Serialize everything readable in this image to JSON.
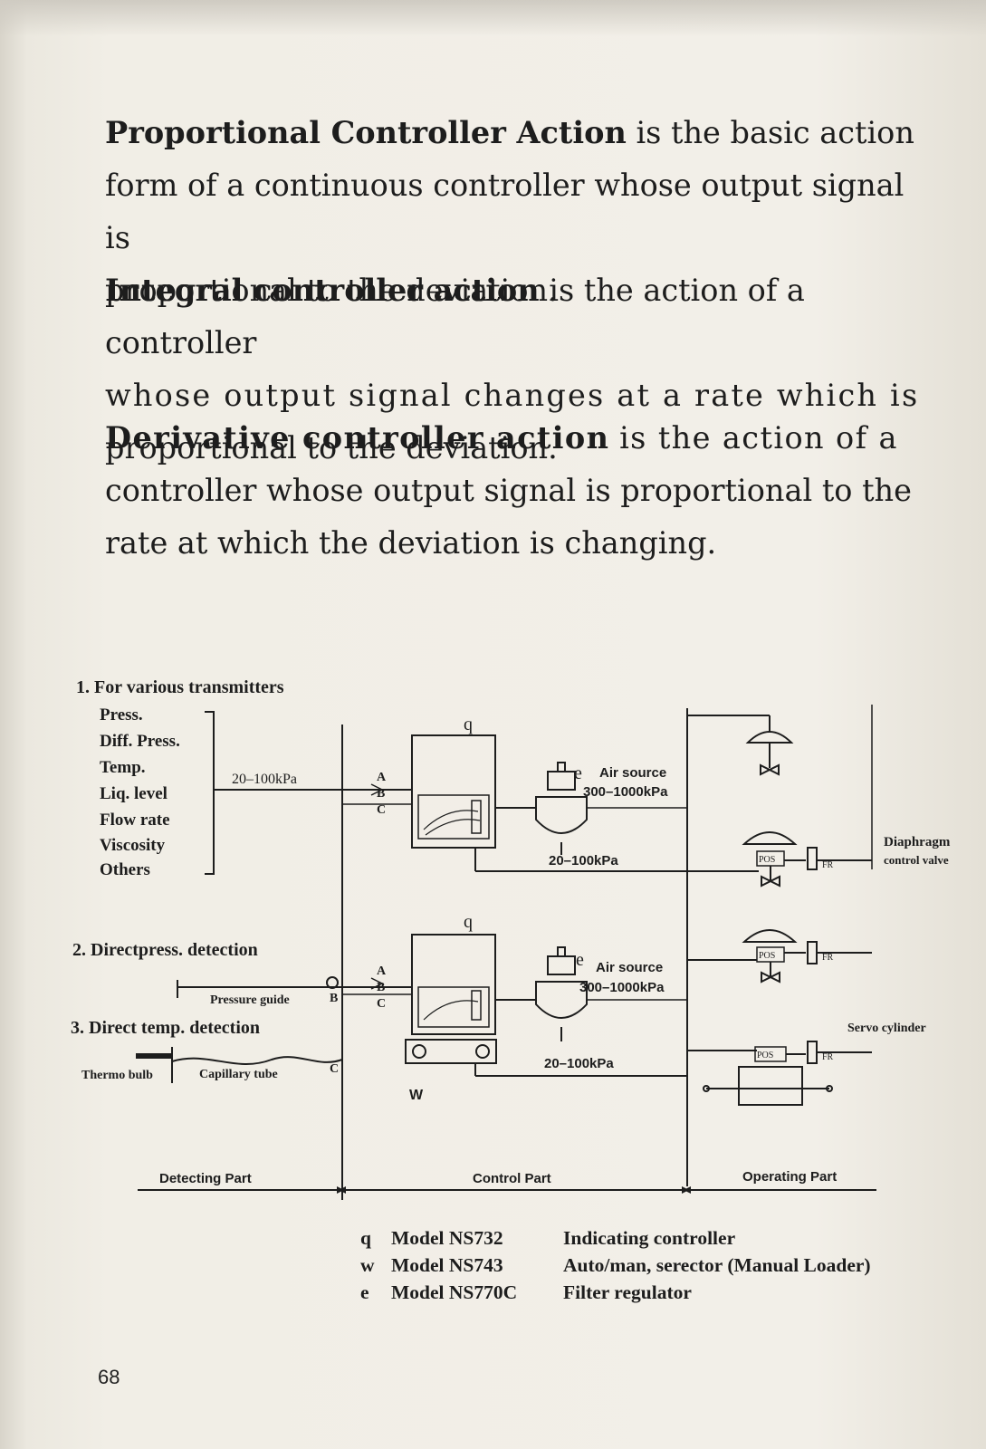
{
  "definitions": {
    "proportional": {
      "term": "Proportional Controller Action",
      "line1_rest": "is the basic action",
      "line2": "form of a continuous controller whose output signal is",
      "line3": "proportional to the deviation."
    },
    "integral": {
      "term": "Integral controller action",
      "line1_rest": "is the action of a controller",
      "line2": "whose output signal changes at a rate which is",
      "line3": "proportional to the deviation."
    },
    "derivative": {
      "term": "Derivative controller action",
      "line1_rest": "is the action of a",
      "line2": "controller whose output signal is proportional to the",
      "line3": "rate at which the deviation is changing."
    }
  },
  "diagram": {
    "section1": {
      "title": "1. For various transmitters",
      "items": [
        "Press.",
        "Diff. Press.",
        "Temp.",
        "Liq. level",
        "Flow rate",
        "Viscosity",
        "Others"
      ],
      "signal": "20–100kPa"
    },
    "section2": {
      "title": "2. Directpress. detection",
      "pressure_guide": "Pressure guide"
    },
    "section3": {
      "title": "3. Direct temp. detection",
      "thermo_bulb": "Thermo bulb",
      "capillary_tube": "Capillary tube"
    },
    "letters": {
      "a": "A",
      "b": "B",
      "c": "C"
    },
    "markers": {
      "q": "q",
      "w": "W",
      "e": "e"
    },
    "air_source": {
      "label": "Air source",
      "range": "300–1000kPa"
    },
    "output_signal": "20–100kPa",
    "pos": "POS",
    "fr": "FR",
    "diaphragm": {
      "line1": "Diaphragm",
      "line2": "control valve"
    },
    "servo_cylinder": "Servo cylinder",
    "parts": {
      "detecting": "Detecting Part",
      "control": "Control Part",
      "operating": "Operating Part"
    }
  },
  "legend": [
    {
      "key": "q",
      "model": "Model NS732",
      "desc": "Indicating controller"
    },
    {
      "key": "w",
      "model": "Model NS743",
      "desc": "Auto/man, serector (Manual Loader)"
    },
    {
      "key": "e",
      "model": "Model NS770C",
      "desc": "Filter regulator"
    }
  ],
  "page_number": "68"
}
